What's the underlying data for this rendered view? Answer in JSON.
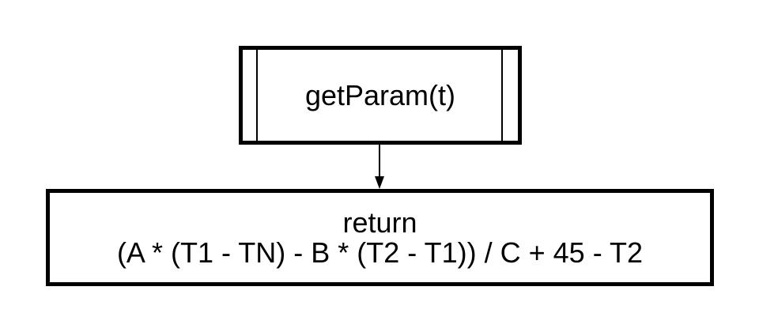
{
  "diagram": {
    "nodes": [
      {
        "id": "subroutine",
        "shape": "predefined-process",
        "lines": [
          "getParam(t)"
        ]
      },
      {
        "id": "process",
        "shape": "process",
        "lines": [
          "return",
          "(A * (T1 - TN) - B * (T2 - T1)) / C + 45 - T2"
        ]
      }
    ],
    "edges": [
      {
        "from": "subroutine",
        "to": "process"
      }
    ],
    "colors": {
      "stroke": "#000000",
      "fill": "#ffffff",
      "text": "#000000"
    }
  }
}
